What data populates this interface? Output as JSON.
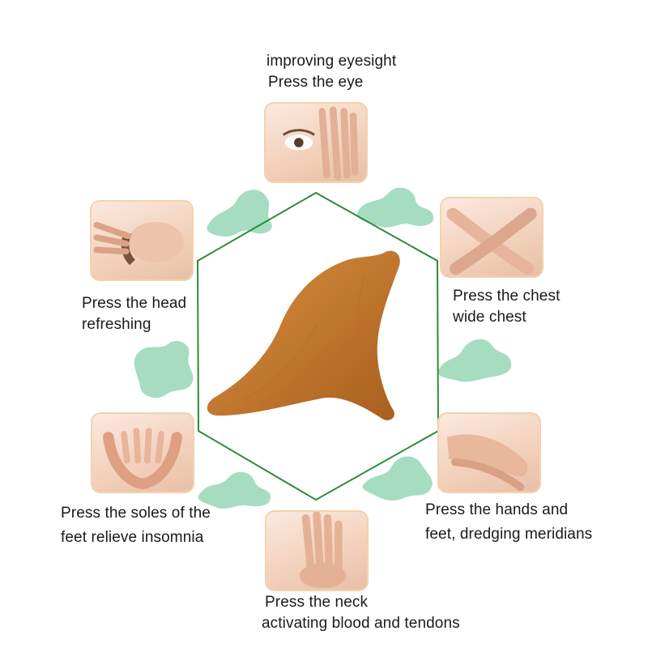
{
  "colors": {
    "hexagon": "#2e8b3a",
    "splash": "#a6dcc0",
    "frame": "#f1d3ae",
    "wood_light": "#d9913f",
    "wood_dark": "#a95e1f"
  },
  "center": {
    "image": "wooden-triangle-massage-tool"
  },
  "steps": [
    {
      "id": "eye",
      "line1": "improving eyesight",
      "line2": "Press the eye",
      "image": "eyes-hands-photo"
    },
    {
      "id": "chest",
      "line1": "Press the chest",
      "line2": "wide chest",
      "image": "crossed-arms-photo"
    },
    {
      "id": "hands",
      "line1": "Press the hands and",
      "line2": "feet, dredging meridians",
      "image": "feet-photo"
    },
    {
      "id": "neck",
      "line1": "Press the neck",
      "line2": "activating blood and tendons",
      "image": "neck-hand-photo"
    },
    {
      "id": "soles",
      "line1": "Press the soles of the",
      "line2": "feet relieve insomnia",
      "image": "cupped-hands-photo"
    },
    {
      "id": "head",
      "line1": "Press the head",
      "line2": "refreshing",
      "image": "head-massage-photo"
    }
  ]
}
